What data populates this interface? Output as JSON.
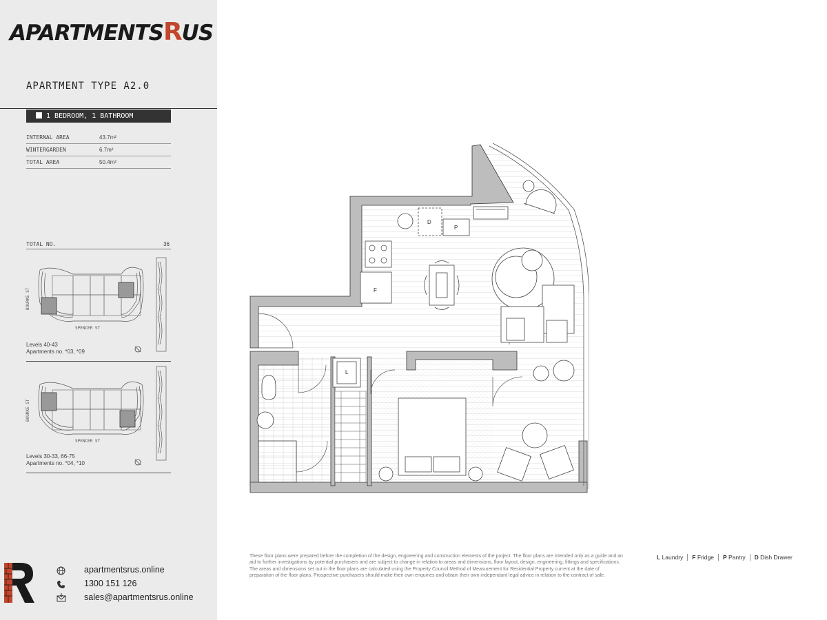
{
  "brand": {
    "name_part1": "APARTMENTS",
    "name_r": "R",
    "name_part2": "US"
  },
  "apartment_type": "APARTMENT TYPE A2.0",
  "bed_bath": "1 BEDROOM, 1 BATHROOM",
  "areas": [
    {
      "label": "INTERNAL AREA",
      "value": "43.7m²"
    },
    {
      "label": "WINTERGARDEN",
      "value": "6.7m²"
    },
    {
      "label": "TOTAL AREA",
      "value": "50.4m²"
    }
  ],
  "total_no": {
    "label": "TOTAL NO.",
    "value": "36"
  },
  "key_plans": [
    {
      "street_left": "BOURKE ST",
      "street_bottom": "SPENCER ST",
      "caption_line1": "Levels 40-43",
      "caption_line2": "Apartments no. *03, *09"
    },
    {
      "street_left": "BOURKE ST",
      "street_bottom": "SPENCER ST",
      "caption_line1": "Levels 30-33, 66-75",
      "caption_line2": "Apartments no. *04, *10"
    }
  ],
  "contact": {
    "website": "apartmentsrus.online",
    "phone": "1300 151 126",
    "email": "sales@apartmentsrus.online"
  },
  "floorplan_labels": {
    "dishdrawer": "D",
    "pantry": "P",
    "fridge": "F",
    "laundry": "L"
  },
  "disclaimer": "These floor plans were prepared before the completion of the design, engineering and construction elements of the project. The floor plans are intended only as a guide and an aid to further investigations by potential purchasers and are subject to change in relation to areas and dimensions, floor layout, design, engineering, fittings and specifications. The areas and dimensions set out in the floor plans are calculated using the Property Council Method of Measurement for Residential Property current at the date of preparation of the floor plans. Prospective purchasers should make their own enquiries and obtain their own independant legal advice in relation to the contract of sale.",
  "legend": [
    {
      "key": "L",
      "label": "Laundry"
    },
    {
      "key": "F",
      "label": "Fridge"
    },
    {
      "key": "P",
      "label": "Pantry"
    },
    {
      "key": "D",
      "label": "Dish Drawer"
    }
  ],
  "colors": {
    "sidebar_bg": "#ebebeb",
    "wall_fill": "#bdbdbd",
    "brand_accent": "#c2452d",
    "dark_bar": "#333333"
  }
}
